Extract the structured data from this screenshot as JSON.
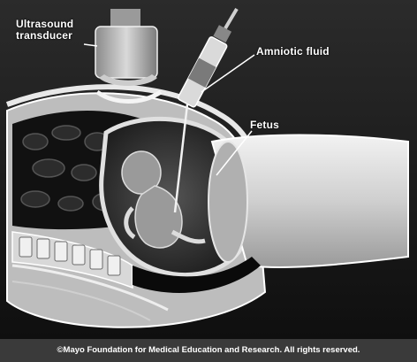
{
  "labels": {
    "transducer": "Ultrasound transducer",
    "amniotic_fluid": "Amniotic fluid",
    "fetus": "Fetus"
  },
  "copyright": "©Mayo Foundation for Medical Education and Research.  All rights reserved."
}
